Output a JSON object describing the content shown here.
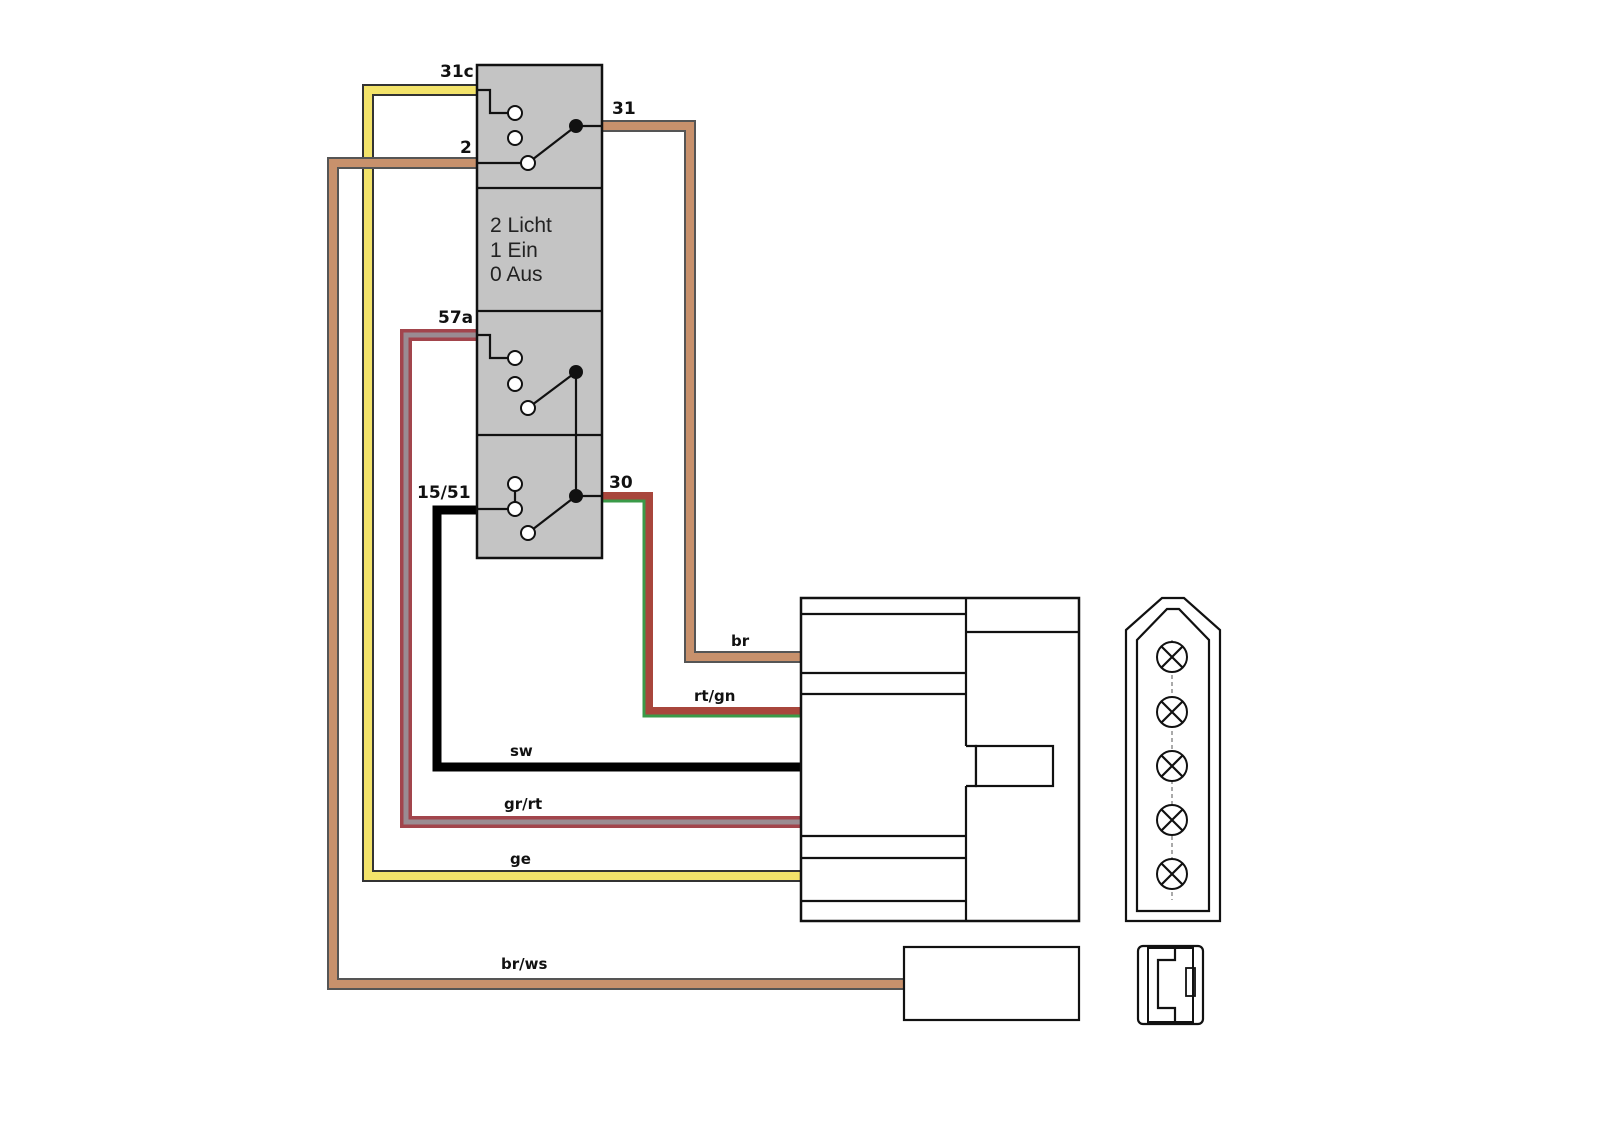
{
  "switch": {
    "pins": {
      "p31c": "31c",
      "p31": "31",
      "p2": "2",
      "p57a": "57a",
      "p1551": "15/51",
      "p30": "30"
    },
    "legend": [
      "2 Licht",
      "1 Ein",
      "0 Aus"
    ],
    "body_color": "#c4c4c4"
  },
  "wires": [
    {
      "id": "br",
      "label": "br",
      "colors": [
        "#c8916c",
        "#c8916c"
      ]
    },
    {
      "id": "rtgn",
      "label": "rt/gn",
      "colors": [
        "#a8463c",
        "#3a9a48"
      ]
    },
    {
      "id": "sw",
      "label": "sw",
      "colors": [
        "#000000",
        "#000000"
      ]
    },
    {
      "id": "grrt",
      "label": "gr/rt",
      "colors": [
        "#a2454c",
        "#9a8c92"
      ]
    },
    {
      "id": "ge",
      "label": "ge",
      "colors": [
        "#f3e36a",
        "#f3e36a"
      ]
    },
    {
      "id": "brws",
      "label": "br/ws",
      "colors": [
        "#c8916c",
        "#c8916c"
      ]
    }
  ]
}
